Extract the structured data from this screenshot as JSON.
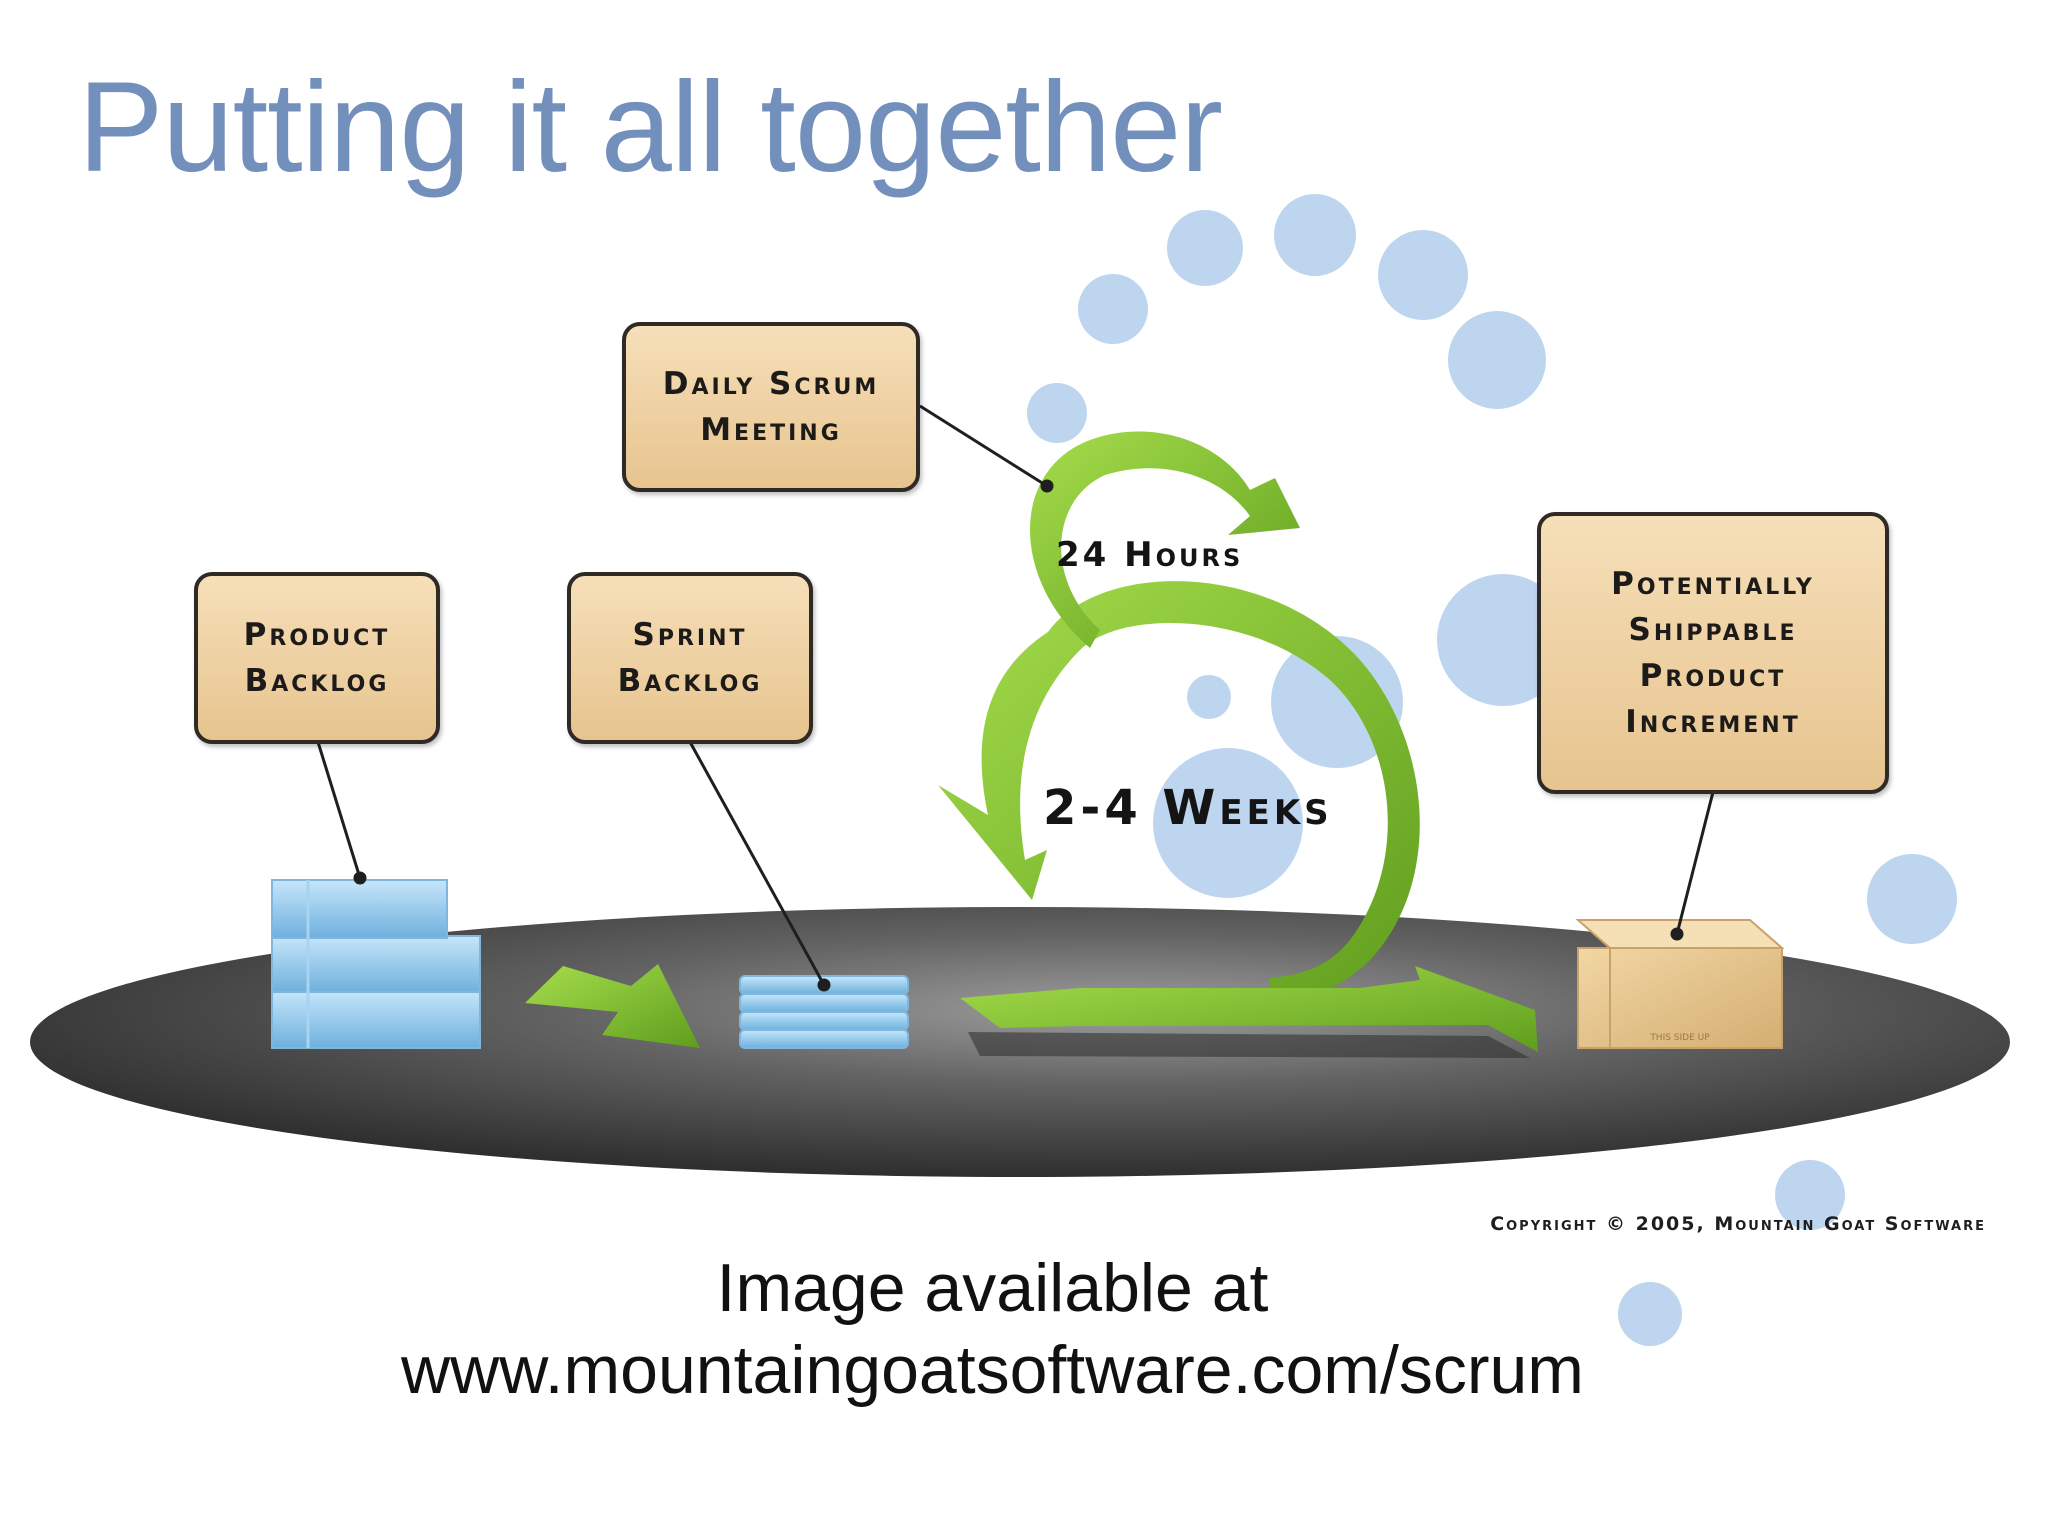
{
  "slide": {
    "title": "Putting it all together",
    "caption_line1": "Image available at",
    "caption_line2": "www.mountaingoatsoftware.com/scrum"
  },
  "diagram": {
    "callouts": {
      "daily_scrum": [
        "Daily Scrum",
        "Meeting"
      ],
      "product_backlog": [
        "Product",
        "Backlog"
      ],
      "sprint_backlog": [
        "Sprint",
        "Backlog"
      ],
      "increment": [
        "Potentially",
        "Shippable",
        "Product",
        "Increment"
      ]
    },
    "loop_labels": {
      "daily": "24 Hours",
      "sprint": "2-4 Weeks"
    },
    "copyright": "Copyright © 2005, Mountain Goat Software",
    "box_text": "THIS SIDE UP"
  },
  "colors": {
    "title": "#7390bd",
    "arrow_green": "#79bb2c",
    "bubble_blue": "#bdd5ee",
    "stack_blue": "#8cc4e8",
    "callout_tan": "#ecd0a2",
    "platform_dark": "#4a4a4a"
  }
}
